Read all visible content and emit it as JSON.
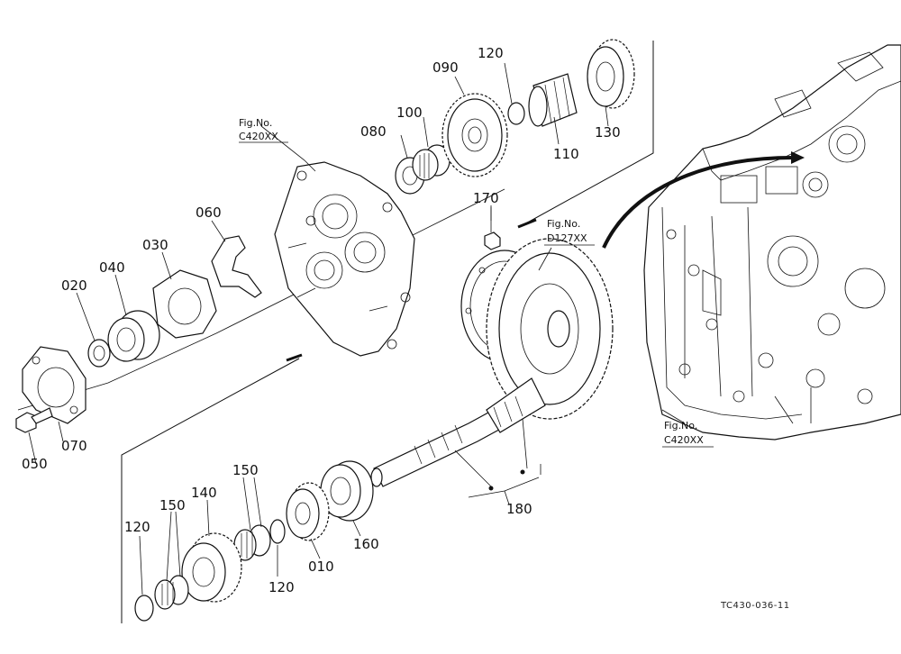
{
  "callouts": {
    "p010": "010",
    "p020": "020",
    "p030": "030",
    "p040": "040",
    "p050": "050",
    "p060": "060",
    "p070": "070",
    "p080": "080",
    "p090": "090",
    "p100": "100",
    "p110": "110",
    "p120a": "120",
    "p120b": "120",
    "p120c": "120",
    "p130": "130",
    "p140": "140",
    "p150a": "150",
    "p150b": "150",
    "p160": "160",
    "p170": "170",
    "p180": "180"
  },
  "refs": {
    "c420_top_1": "Fig.No.",
    "c420_top_2": "C420XX",
    "d127_1": "Fig.No.",
    "d127_2": "D127XX",
    "c420_right_1": "Fig.No.",
    "c420_right_2": "C420XX"
  },
  "drawing_code": "TC430-036-11"
}
